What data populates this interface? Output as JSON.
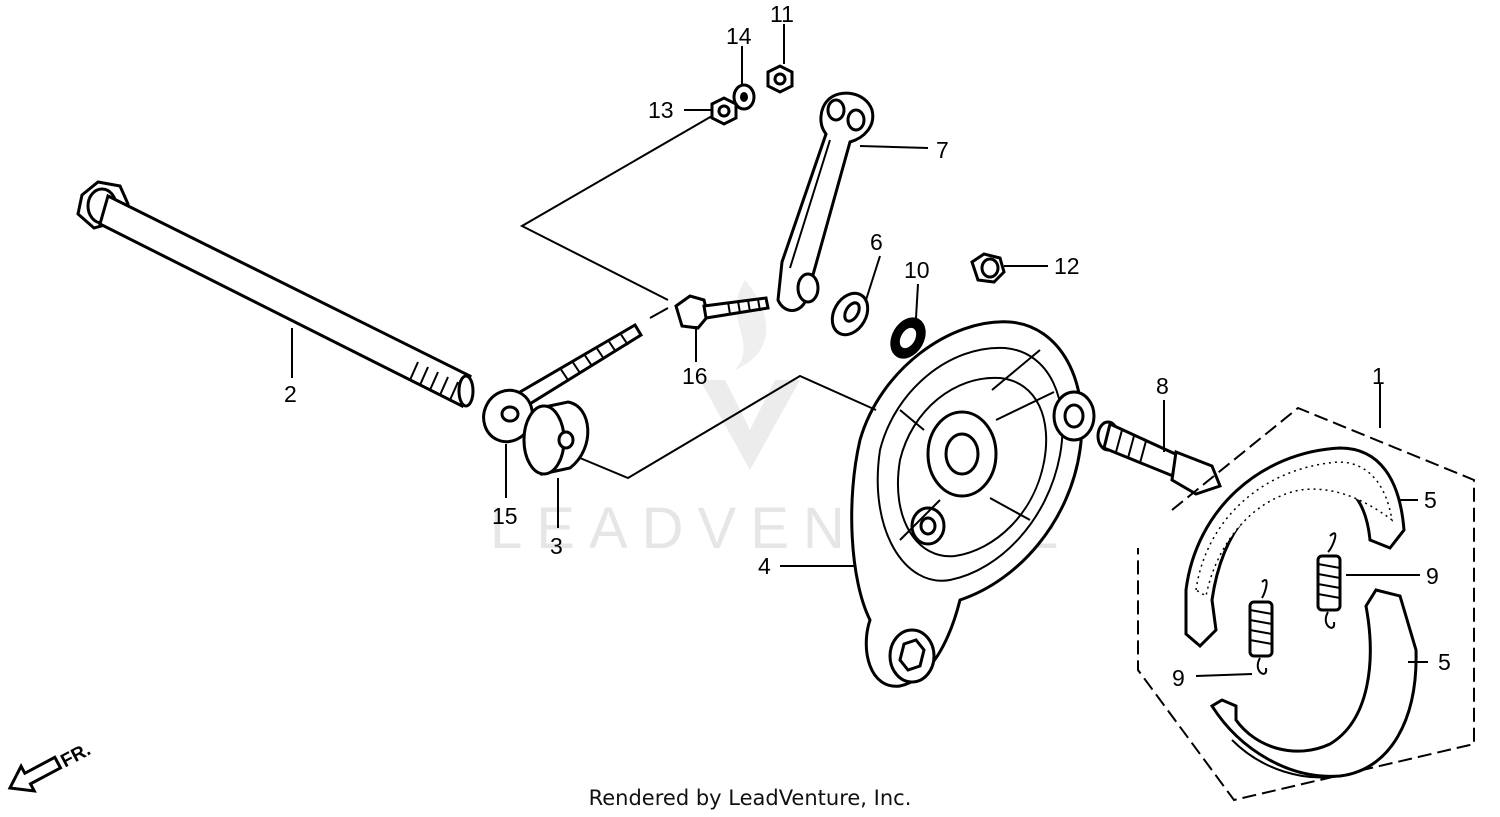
{
  "watermark": {
    "text": "LEADVENTURE"
  },
  "footer": {
    "text": "Rendered by LeadVenture, Inc."
  },
  "direction": {
    "label": "FR."
  },
  "callouts": {
    "c1": "1",
    "c2": "2",
    "c3": "3",
    "c4": "4",
    "c5a": "5",
    "c5b": "5",
    "c6": "6",
    "c7": "7",
    "c8": "8",
    "c9a": "9",
    "c9b": "9",
    "c10": "10",
    "c11": "11",
    "c12": "12",
    "c13": "13",
    "c14": "14",
    "c15": "15",
    "c16": "16"
  }
}
